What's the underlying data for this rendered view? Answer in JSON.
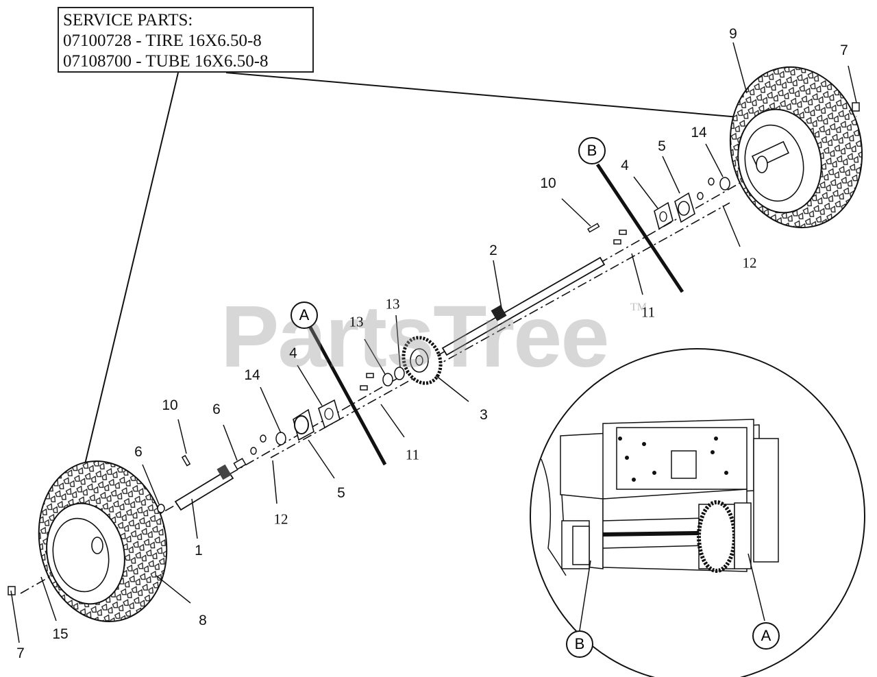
{
  "service_parts": {
    "heading": "SERVICE PARTS:",
    "lines": [
      "07100728 - TIRE 16X6.50-8",
      "07108700 - TUBE 16X6.50-8"
    ]
  },
  "watermark": {
    "text": "PartsTree",
    "tm": "TM"
  },
  "callouts": [
    {
      "id": "c9",
      "label": "9"
    },
    {
      "id": "c7a",
      "label": "7"
    },
    {
      "id": "c14a",
      "label": "14"
    },
    {
      "id": "c5a",
      "label": "5"
    },
    {
      "id": "c4a",
      "label": "4"
    },
    {
      "id": "c10a",
      "label": "10"
    },
    {
      "id": "c2",
      "label": "2"
    },
    {
      "id": "c12a",
      "label": "12"
    },
    {
      "id": "c11a",
      "label": "11"
    },
    {
      "id": "c13a",
      "label": "13"
    },
    {
      "id": "c13b",
      "label": "13"
    },
    {
      "id": "c4b",
      "label": "4"
    },
    {
      "id": "c14b",
      "label": "14"
    },
    {
      "id": "c3",
      "label": "3"
    },
    {
      "id": "c11b",
      "label": "11"
    },
    {
      "id": "c10b",
      "label": "10"
    },
    {
      "id": "c6a",
      "label": "6"
    },
    {
      "id": "c6b",
      "label": "6"
    },
    {
      "id": "c5b",
      "label": "5"
    },
    {
      "id": "c12b",
      "label": "12"
    },
    {
      "id": "c1",
      "label": "1"
    },
    {
      "id": "c8",
      "label": "8"
    },
    {
      "id": "c15",
      "label": "15"
    },
    {
      "id": "c7b",
      "label": "7"
    }
  ],
  "refs": [
    {
      "id": "refB1",
      "label": "B"
    },
    {
      "id": "refA1",
      "label": "A"
    },
    {
      "id": "refB2",
      "label": "B"
    },
    {
      "id": "refA2",
      "label": "A"
    }
  ]
}
